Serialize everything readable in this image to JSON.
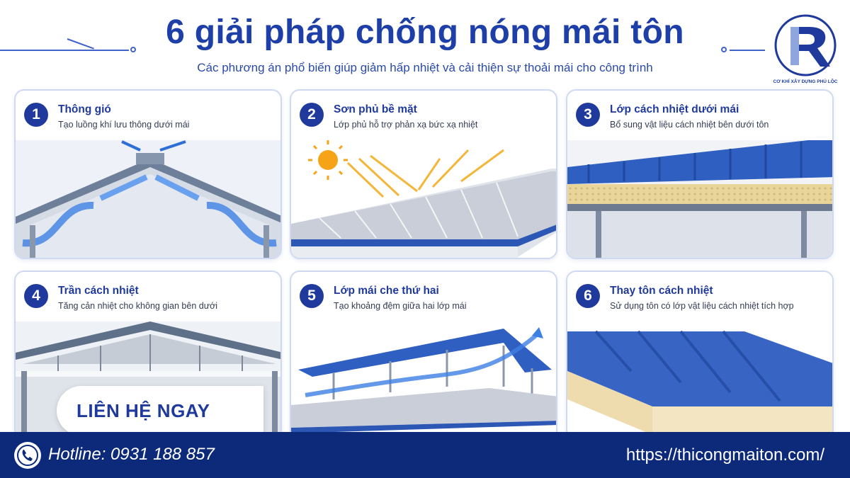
{
  "header": {
    "title": "6 giải pháp chống nóng mái tôn",
    "subtitle": "Các phương án phổ biến giúp giảm hấp nhiệt và cải thiện sự thoải mái cho công trình"
  },
  "brand": {
    "logo_icon": "r-monogram-icon",
    "name": "CƠ KHÍ XÂY DỰNG PHÚ LỘC",
    "primary_color": "#1f3a9c",
    "accent_color": "#0d2a7a"
  },
  "solutions": [
    {
      "number": "1",
      "title": "Thông gió",
      "description": "Tạo luồng khí lưu thông dưới mái",
      "illustration": "roof-ventilation-airflow"
    },
    {
      "number": "2",
      "title": "Sơn phủ bề mặt",
      "description": "Lớp phủ hỗ trợ phản xạ bức xạ nhiệt",
      "illustration": "reflective-roof-coating-sun"
    },
    {
      "number": "3",
      "title": "Lớp cách nhiệt dưới mái",
      "description": "Bổ sung vật liệu cách nhiệt bên dưới tôn",
      "illustration": "insulation-under-roof"
    },
    {
      "number": "4",
      "title": "Trần cách nhiệt",
      "description": "Tăng cản nhiệt cho không gian bên dưới",
      "illustration": "insulated-ceiling"
    },
    {
      "number": "5",
      "title": "Lớp mái che thứ hai",
      "description": "Tạo khoảng đệm giữa hai lớp mái",
      "illustration": "double-roof-airflow"
    },
    {
      "number": "6",
      "title": "Thay tôn cách nhiệt",
      "description": "Sử dụng tôn có lớp vật liệu cách nhiệt tích hợp",
      "illustration": "sandwich-panel"
    }
  ],
  "cta": {
    "label": "LIÊN HỆ NGAY"
  },
  "footer": {
    "phone_icon": "phone-icon",
    "hotline": "Hotline: 0931 188 857",
    "website": "https://thicongmaiton.com/"
  }
}
